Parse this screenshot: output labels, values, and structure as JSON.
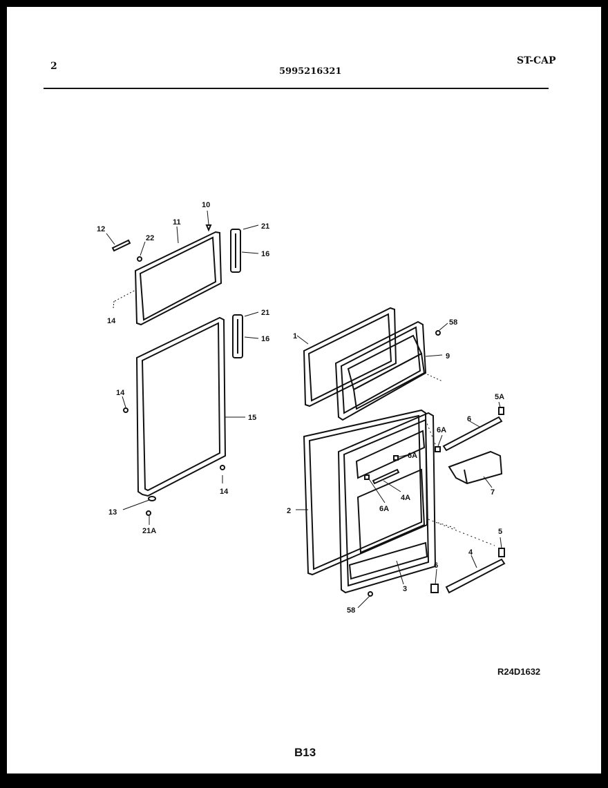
{
  "header": {
    "page_number": "2",
    "part_number": "5995216321",
    "model_code": "ST-CAP"
  },
  "footer": {
    "drawing_code": "R24D1632",
    "page_code": "B13"
  },
  "callouts": [
    {
      "id": "c12",
      "text": "12"
    },
    {
      "id": "c11",
      "text": "11"
    },
    {
      "id": "c10",
      "text": "10"
    },
    {
      "id": "c22",
      "text": "22"
    },
    {
      "id": "c21a",
      "text": "21"
    },
    {
      "id": "c16a",
      "text": "16"
    },
    {
      "id": "c14a",
      "text": "14"
    },
    {
      "id": "c21b",
      "text": "21"
    },
    {
      "id": "c16b",
      "text": "16"
    },
    {
      "id": "c14b",
      "text": "14"
    },
    {
      "id": "c15",
      "text": "15"
    },
    {
      "id": "c14c",
      "text": "14"
    },
    {
      "id": "c13",
      "text": "13"
    },
    {
      "id": "c21A",
      "text": "21A"
    },
    {
      "id": "c1",
      "text": "1"
    },
    {
      "id": "c58a",
      "text": "58"
    },
    {
      "id": "c9",
      "text": "9"
    },
    {
      "id": "c5Aa",
      "text": "5A"
    },
    {
      "id": "c6a",
      "text": "6"
    },
    {
      "id": "c6Aa",
      "text": "6A"
    },
    {
      "id": "c6Ab",
      "text": "6A"
    },
    {
      "id": "c4A",
      "text": "4A"
    },
    {
      "id": "c6Ac",
      "text": "6A"
    },
    {
      "id": "c7",
      "text": "7"
    },
    {
      "id": "c2",
      "text": "2"
    },
    {
      "id": "c5",
      "text": "5"
    },
    {
      "id": "c4",
      "text": "4"
    },
    {
      "id": "c6b",
      "text": "6"
    },
    {
      "id": "c3",
      "text": "3"
    },
    {
      "id": "c58b",
      "text": "58"
    }
  ]
}
